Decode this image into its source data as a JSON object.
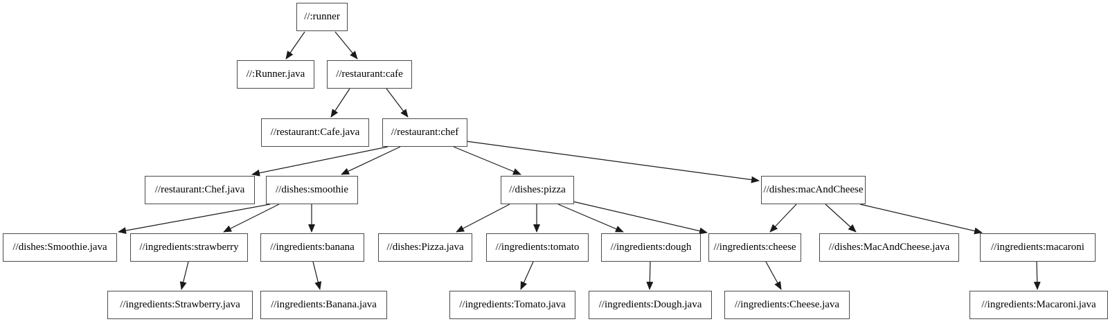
{
  "diagram": {
    "kind": "dependency-graph",
    "direction": "top-down"
  },
  "nodes": [
    {
      "id": "runner",
      "label": "//:runner"
    },
    {
      "id": "runner-java",
      "label": "//:Runner.java"
    },
    {
      "id": "cafe",
      "label": "//restaurant:cafe"
    },
    {
      "id": "cafe-java",
      "label": "//restaurant:Cafe.java"
    },
    {
      "id": "chef",
      "label": "//restaurant:chef"
    },
    {
      "id": "chef-java",
      "label": "//restaurant:Chef.java"
    },
    {
      "id": "smoothie",
      "label": "//dishes:smoothie"
    },
    {
      "id": "pizza",
      "label": "//dishes:pizza"
    },
    {
      "id": "mac-and-cheese",
      "label": "//dishes:macAndCheese"
    },
    {
      "id": "smoothie-java",
      "label": "//dishes:Smoothie.java"
    },
    {
      "id": "strawberry",
      "label": "//ingredients:strawberry"
    },
    {
      "id": "banana",
      "label": "//ingredients:banana"
    },
    {
      "id": "pizza-java",
      "label": "//dishes:Pizza.java"
    },
    {
      "id": "tomato",
      "label": "//ingredients:tomato"
    },
    {
      "id": "dough",
      "label": "//ingredients:dough"
    },
    {
      "id": "cheese",
      "label": "//ingredients:cheese"
    },
    {
      "id": "mac-and-cheese-java",
      "label": "//dishes:MacAndCheese.java"
    },
    {
      "id": "macaroni",
      "label": "//ingredients:macaroni"
    },
    {
      "id": "strawberry-java",
      "label": "//ingredients:Strawberry.java"
    },
    {
      "id": "banana-java",
      "label": "//ingredients:Banana.java"
    },
    {
      "id": "tomato-java",
      "label": "//ingredients:Tomato.java"
    },
    {
      "id": "dough-java",
      "label": "//ingredients:Dough.java"
    },
    {
      "id": "cheese-java",
      "label": "//ingredients:Cheese.java"
    },
    {
      "id": "macaroni-java",
      "label": "//ingredients:Macaroni.java"
    }
  ],
  "edges": [
    {
      "from": "runner",
      "to": "runner-java"
    },
    {
      "from": "runner",
      "to": "cafe"
    },
    {
      "from": "cafe",
      "to": "cafe-java"
    },
    {
      "from": "cafe",
      "to": "chef"
    },
    {
      "from": "chef",
      "to": "chef-java"
    },
    {
      "from": "chef",
      "to": "smoothie"
    },
    {
      "from": "chef",
      "to": "pizza"
    },
    {
      "from": "chef",
      "to": "mac-and-cheese"
    },
    {
      "from": "smoothie",
      "to": "smoothie-java"
    },
    {
      "from": "smoothie",
      "to": "strawberry"
    },
    {
      "from": "smoothie",
      "to": "banana"
    },
    {
      "from": "strawberry",
      "to": "strawberry-java"
    },
    {
      "from": "banana",
      "to": "banana-java"
    },
    {
      "from": "pizza",
      "to": "pizza-java"
    },
    {
      "from": "pizza",
      "to": "tomato"
    },
    {
      "from": "pizza",
      "to": "dough"
    },
    {
      "from": "pizza",
      "to": "cheese"
    },
    {
      "from": "mac-and-cheese",
      "to": "cheese"
    },
    {
      "from": "mac-and-cheese",
      "to": "mac-and-cheese-java"
    },
    {
      "from": "mac-and-cheese",
      "to": "macaroni"
    },
    {
      "from": "macaroni",
      "to": "macaroni-java"
    },
    {
      "from": "tomato",
      "to": "tomato-java"
    },
    {
      "from": "dough",
      "to": "dough-java"
    },
    {
      "from": "cheese",
      "to": "cheese-java"
    }
  ]
}
